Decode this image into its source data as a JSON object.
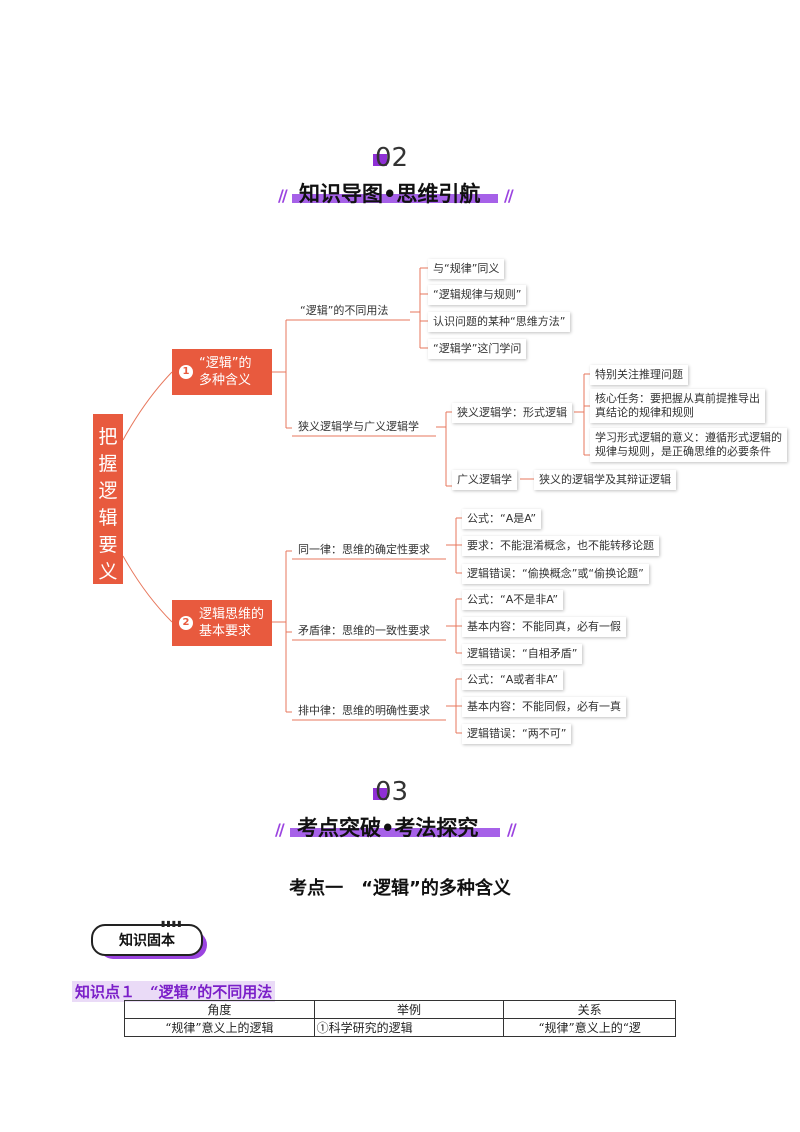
{
  "section2": {
    "num": "02",
    "title": "知识导图•思维引航"
  },
  "mindmap": {
    "root": "把握逻辑要义",
    "branch1": {
      "num": "1",
      "label_line1": "“逻辑”的",
      "label_line2": "多种含义",
      "sub1": {
        "label": "“逻辑”的不同用法",
        "items": [
          "与“规律”同义",
          "“逻辑规律与规则”",
          "认识问题的某种“思维方法”",
          "“逻辑学”这门学问"
        ]
      },
      "sub2": {
        "label": "狭义逻辑学与广义逻辑学",
        "narrow": {
          "label": "狭义逻辑学：形式逻辑",
          "items": [
            "特别关注推理问题",
            "核心任务：要把握从真前提推导出",
            "真结论的规律和规则",
            "学习形式逻辑的意义：遵循形式逻辑的",
            "规律与规则，是正确思维的必要条件"
          ]
        },
        "broad": {
          "label": "广义逻辑学",
          "item": "狭义的逻辑学及其辩证逻辑"
        }
      }
    },
    "branch2": {
      "num": "2",
      "label_line1": "逻辑思维的",
      "label_line2": "基本要求",
      "laws": [
        {
          "label": "同一律：思维的确定性要求",
          "items": [
            "公式：“A是A”",
            "要求：不能混淆概念，也不能转移论题",
            "逻辑错误：“偷换概念”或“偷换论题”"
          ]
        },
        {
          "label": "矛盾律：思维的一致性要求",
          "items": [
            "公式：“A不是非A”",
            "基本内容：不能同真，必有一假",
            "逻辑错误：“自相矛盾”"
          ]
        },
        {
          "label": "排中律：思维的明确性要求",
          "items": [
            "公式：“A或者非A”",
            "基本内容：不能同假，必有一真",
            "逻辑错误：“两不可”"
          ]
        }
      ]
    }
  },
  "section3": {
    "num": "03",
    "title": "考点突破•考法探究"
  },
  "topic": "考点一　“逻辑”的多种含义",
  "badge": "知识固本",
  "knowledge_point": "知识点１　“逻辑”的不同用法",
  "table": {
    "headers": [
      "角度",
      "举例",
      "关系"
    ],
    "rows": [
      [
        "“规律”意义上的逻辑",
        "①科学研究的逻辑",
        "“规律”意义上的“逻"
      ]
    ]
  },
  "colors": {
    "accent_purple": "#9b44e0",
    "node_red": "#e85a3e",
    "line": "#e7775c"
  }
}
